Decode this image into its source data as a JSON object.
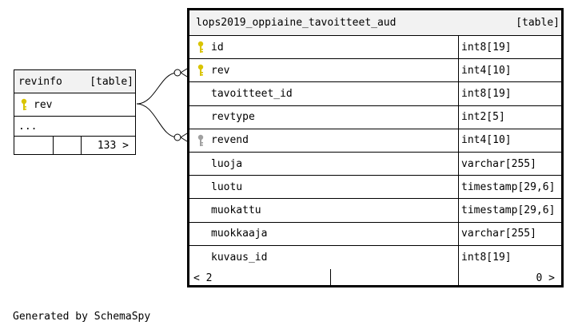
{
  "revinfo": {
    "name": "revinfo",
    "kind": "[table]",
    "columns": [
      {
        "name": "rev",
        "key": "primary"
      }
    ],
    "ellipsis": "...",
    "children": "133 >"
  },
  "aud": {
    "name": "lops2019_oppiaine_tavoitteet_aud",
    "kind": "[table]",
    "columns": [
      {
        "name": "id",
        "type": "int8[19]",
        "key": "primary"
      },
      {
        "name": "rev",
        "type": "int4[10]",
        "key": "primary"
      },
      {
        "name": "tavoitteet_id",
        "type": "int8[19]",
        "key": ""
      },
      {
        "name": "revtype",
        "type": "int2[5]",
        "key": ""
      },
      {
        "name": "revend",
        "type": "int4[10]",
        "key": "foreign"
      },
      {
        "name": "luoja",
        "type": "varchar[255]",
        "key": ""
      },
      {
        "name": "luotu",
        "type": "timestamp[29,6]",
        "key": ""
      },
      {
        "name": "muokattu",
        "type": "timestamp[29,6]",
        "key": ""
      },
      {
        "name": "muokkaaja",
        "type": "varchar[255]",
        "key": ""
      },
      {
        "name": "kuvaus_id",
        "type": "int8[19]",
        "key": ""
      }
    ],
    "parents": "< 2",
    "children": "0 >"
  },
  "colors": {
    "primary_key": "#d9c400",
    "foreign_key": "#a0a0a0",
    "header_bg": "#f2f2f2"
  },
  "footer": "Generated by SchemaSpy"
}
